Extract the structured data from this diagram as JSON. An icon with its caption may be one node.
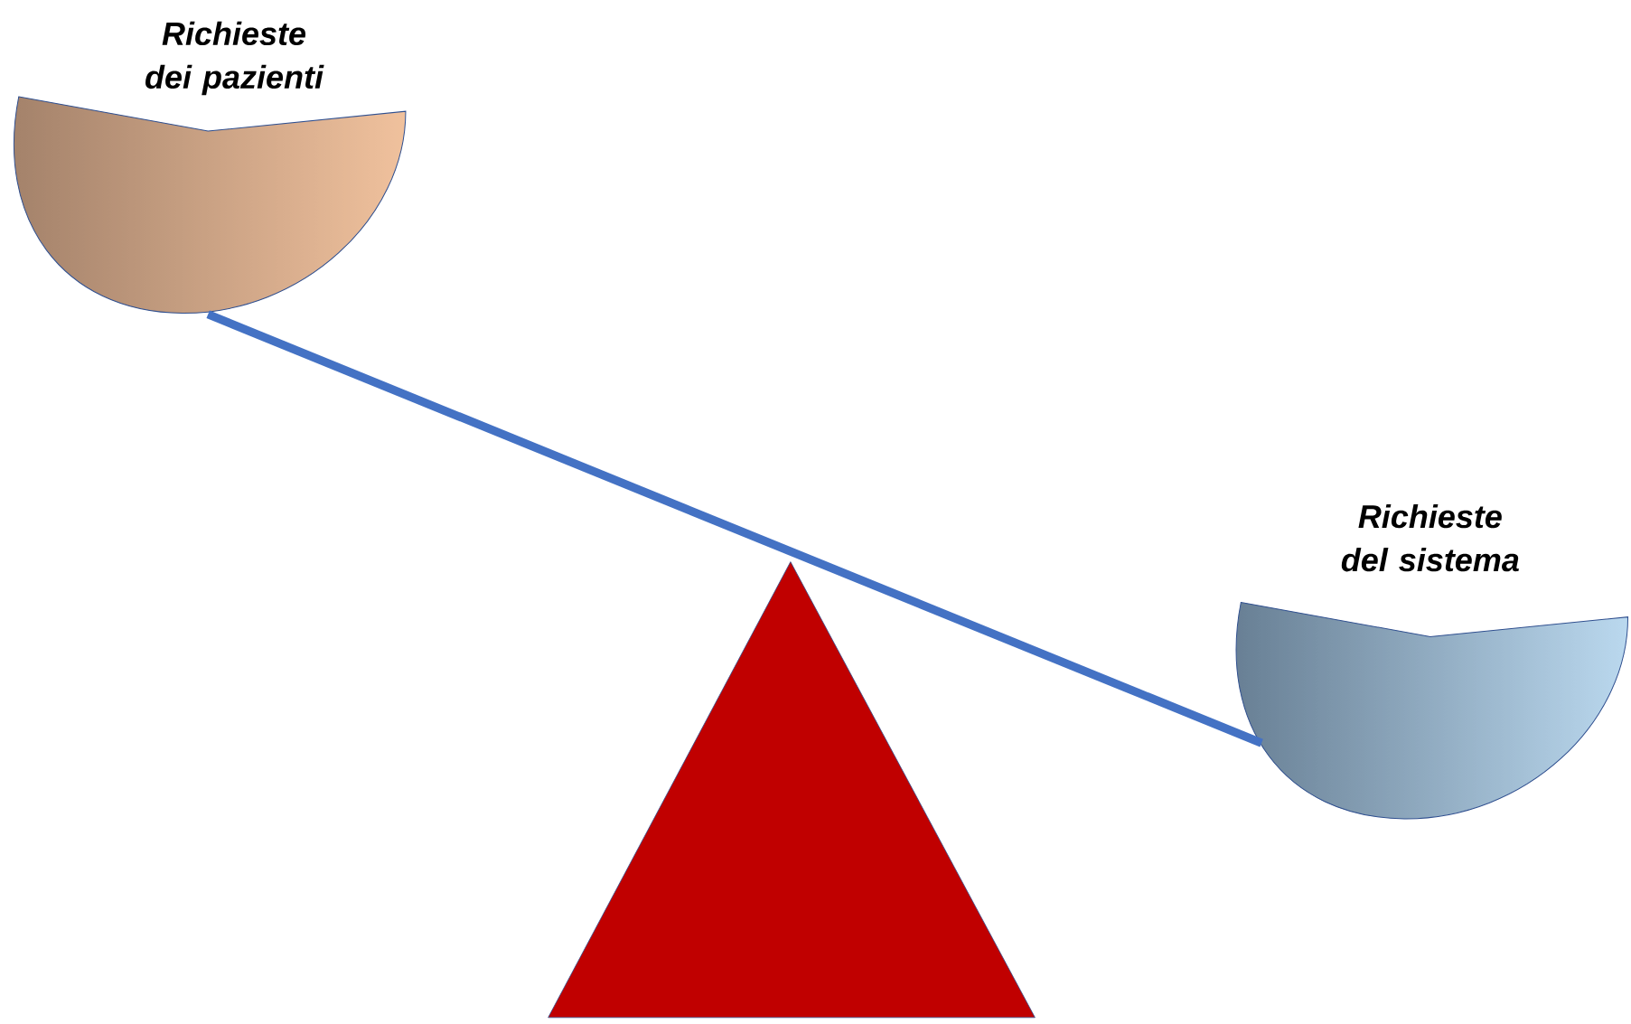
{
  "diagram": {
    "nodes": [
      {
        "text": [
          "Richieste dei pazienti"
        ]
      },
      {
        "text": [
          "Richieste del sistema"
        ]
      },
      {
        "text": [],
        "shape": "triangle"
      }
    ],
    "edges": [
      {
        "from": 0,
        "to": 1,
        "arrow": "none"
      }
    ]
  }
}
